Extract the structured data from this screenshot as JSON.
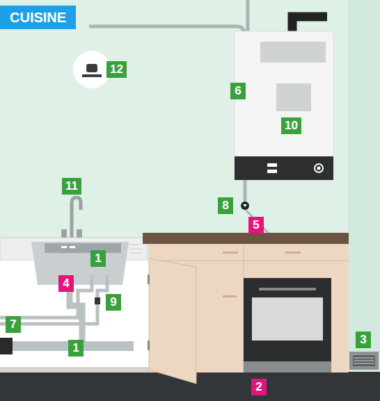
{
  "diagram": {
    "title": "CUISINE",
    "labels": [
      "12",
      "6",
      "10",
      "11",
      "8",
      "5",
      "1",
      "4",
      "9",
      "7",
      "1",
      "3",
      "2"
    ]
  }
}
